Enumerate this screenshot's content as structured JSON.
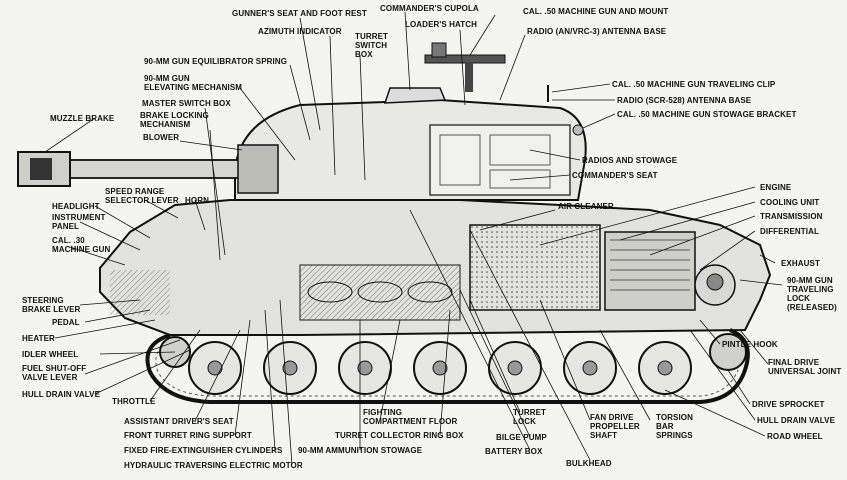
{
  "labels": {
    "gunners_seat": "GUNNER'S SEAT AND FOOT REST",
    "commanders_cupola": "COMMANDER'S CUPOLA",
    "loaders_hatch": "LOADER'S HATCH",
    "cal50_mount": "CAL. .50 MACHINE GUN AND MOUNT",
    "radio_vrc3": "RADIO (AN/VRC-3) ANTENNA BASE",
    "azimuth": "AZIMUTH INDICATOR",
    "turret_switch_box": "TURRET\nSWITCH\nBOX",
    "equilibrator": "90-MM GUN EQUILIBRATOR SPRING",
    "elevating": "90-MM GUN\nELEVATING MECHANISM",
    "master_switch": "MASTER SWITCH BOX",
    "brake_locking": "BRAKE LOCKING\nMECHANISM",
    "blower": "BLOWER",
    "muzzle_brake": "MUZZLE BRAKE",
    "cal50_travel_clip": "CAL. .50 MACHINE GUN TRAVELING CLIP",
    "radio_scr528": "RADIO (SCR-528) ANTENNA BASE",
    "cal50_stowage": "CAL. .50 MACHINE GUN STOWAGE BRACKET",
    "radios_stowage": "RADIOS AND STOWAGE",
    "commanders_seat": "COMMANDER'S SEAT",
    "speed_range": "SPEED RANGE\nSELECTOR LEVER",
    "headlight": "HEADLIGHT",
    "instrument_panel": "INSTRUMENT\nPANEL",
    "horn": "HORN",
    "cal30": "CAL. .30\nMACHINE GUN",
    "air_cleaner": "AIR CLEANER",
    "engine": "ENGINE",
    "cooling_unit": "COOLING UNIT",
    "transmission": "TRANSMISSION",
    "differential": "DIFFERENTIAL",
    "exhaust": "EXHAUST",
    "gun_travel_lock": "90-MM GUN\nTRAVELING\nLOCK\n(RELEASED)",
    "steering_brake": "STEERING\nBRAKE LEVER",
    "pedal": "PEDAL",
    "heater": "HEATER",
    "idler_wheel": "IDLER WHEEL",
    "fuel_shutoff": "FUEL SHUT-OFF\nVALVE LEVER",
    "hull_drain_front": "HULL DRAIN VALVE",
    "throttle": "THROTTLE",
    "pintle_hook": "PINTLE HOOK",
    "final_drive": "FINAL DRIVE\nUNIVERSAL JOINT",
    "drive_sprocket": "DRIVE SPROCKET",
    "hull_drain_rear": "HULL DRAIN VALVE",
    "road_wheel": "ROAD WHEEL",
    "assistant_seat": "ASSISTANT DRIVER'S SEAT",
    "front_turret_ring": "FRONT TURRET RING SUPPORT",
    "fire_ext": "FIXED FIRE-EXTINGUISHER CYLINDERS",
    "hydraulic": "HYDRAULIC TRAVERSING ELECTRIC MOTOR",
    "fighting_floor": "FIGHTING\nCOMPARTMENT FLOOR",
    "turret_collector": "TURRET COLLECTOR RING BOX",
    "ammo_stowage": "90-MM AMMUNITION STOWAGE",
    "turret_lock": "TURRET\nLOCK",
    "bilge_pump": "BILGE PUMP",
    "battery_box": "BATTERY BOX",
    "fan_drive": "FAN DRIVE\nPROPELLER\nSHAFT",
    "torsion_bar": "TORSION\nBAR\nSPRINGS",
    "bulkhead": "BULKHEAD"
  }
}
